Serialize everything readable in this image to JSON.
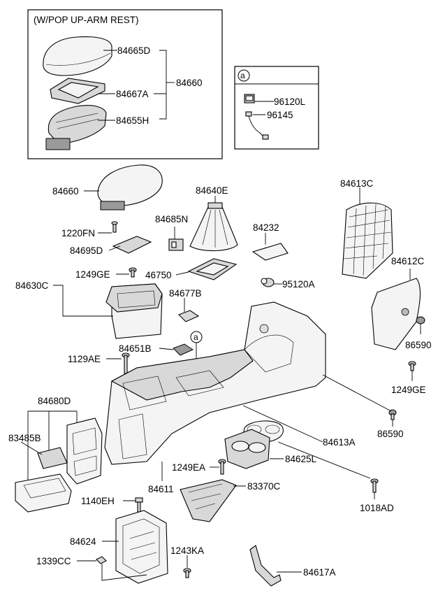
{
  "inset_box": {
    "title": "(W/POP UP-ARM REST)"
  },
  "circle_box": {
    "marker": "a"
  },
  "callout_marker": "a",
  "labels": {
    "p84665D": "84665D",
    "p84667A": "84667A",
    "p84660_inset": "84660",
    "p84655H": "84655H",
    "p96120L": "96120L",
    "p96145": "96145",
    "p84660": "84660",
    "p84640E": "84640E",
    "p84613C": "84613C",
    "p84685N": "84685N",
    "p84232": "84232",
    "p1220FN": "1220FN",
    "p84695D": "84695D",
    "p46750": "46750",
    "p84612C": "84612C",
    "p1249GE_top": "1249GE",
    "p95120A": "95120A",
    "p84630C": "84630C",
    "p84677B": "84677B",
    "p86590_right": "86590",
    "p84651B": "84651B",
    "p1129AE": "1129AE",
    "p1249GE_right": "1249GE",
    "p84680D": "84680D",
    "p86590_lower": "86590",
    "p83485B": "83485B",
    "p84613A": "84613A",
    "p84625L": "84625L",
    "p1249EA": "1249EA",
    "p84611": "84611",
    "p83370C": "83370C",
    "p1018AD": "1018AD",
    "p1140EH": "1140EH",
    "p84624": "84624",
    "p1243KA": "1243KA",
    "p1339CC": "1339CC",
    "p84617A": "84617A"
  }
}
